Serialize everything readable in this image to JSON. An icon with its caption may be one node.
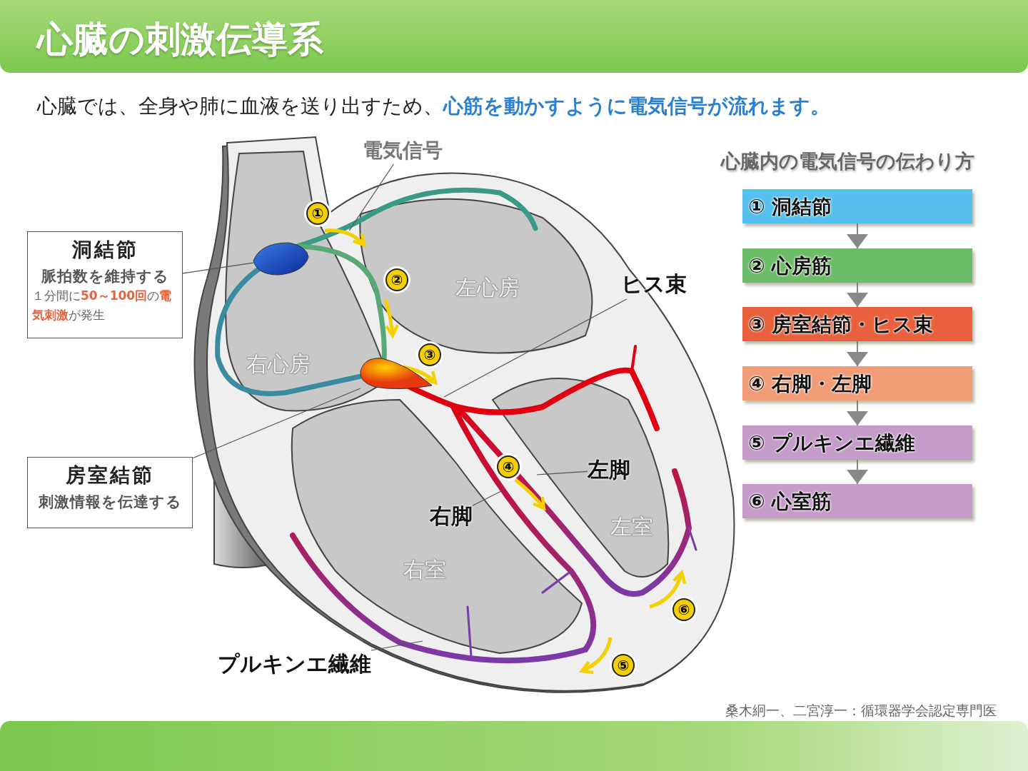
{
  "diagram": {
    "title": "心臓の刺激伝導系",
    "caption": "心臓では、全身や肺に血液を送り出すため、**心筋を動かすように電気信号が流れます。**",
    "nodes": [
      {
        "text": [
          "電気信号"
        ]
      },
      {
        "text": [
          "洞結節",
          "脈拍数を維持する",
          "１分間に**50～100回**の**電気刺激**が発生"
        ]
      },
      {
        "text": [],
        "shape": "picture"
      },
      {
        "text": [
          "房室結節",
          "刺激情報を伝達する"
        ]
      },
      {
        "text": [],
        "shape": "picture"
      },
      {
        "text": [
          "ヒス束"
        ]
      },
      {
        "text": [
          "左脚"
        ]
      },
      {
        "text": [
          "右脚"
        ]
      },
      {
        "text": [
          "プルキンエ繊維"
        ]
      },
      {
        "text": [
          "① 洞結節"
        ]
      },
      {
        "text": [
          "② 心房筋"
        ]
      },
      {
        "text": [
          "③ 房室結節・ヒス束"
        ]
      },
      {
        "text": [
          "④ 右脚・左脚"
        ]
      },
      {
        "text": [
          "⑤ プルキンエ繊維"
        ]
      },
      {
        "text": [
          "⑥ 心室筋"
        ]
      },
      {
        "text": [],
        "shape": "picture"
      }
    ],
    "edges": [
      {
        "from": 0,
        "to": 15,
        "arrow": "none"
      },
      {
        "from": 1,
        "to": 2,
        "arrow": "none"
      },
      {
        "from": 3,
        "to": 4,
        "arrow": "none"
      },
      {
        "from": 5,
        "to": null,
        "arrow": "none"
      },
      {
        "from": 6,
        "to": null,
        "arrow": "none"
      },
      {
        "from": 7,
        "to": null,
        "arrow": "none"
      },
      {
        "from": 8,
        "to": null,
        "arrow": "none"
      },
      {
        "from": 9,
        "to": 10,
        "arrow": "to"
      },
      {
        "from": 10,
        "to": 11,
        "arrow": "to"
      },
      {
        "from": 11,
        "to": 12,
        "arrow": "to"
      },
      {
        "from": 12,
        "to": 13,
        "arrow": "to"
      },
      {
        "from": 13,
        "to": 14,
        "arrow": "to"
      }
    ],
    "labels": [
      "心臓内の電気信号の伝わり方",
      "①",
      "②",
      "左心房",
      "③",
      "右心房",
      "④",
      "右室",
      "左室",
      "⑥",
      "⑤",
      "桑木絅一、二宮淳一：循環器学会認定専門医"
    ]
  }
}
